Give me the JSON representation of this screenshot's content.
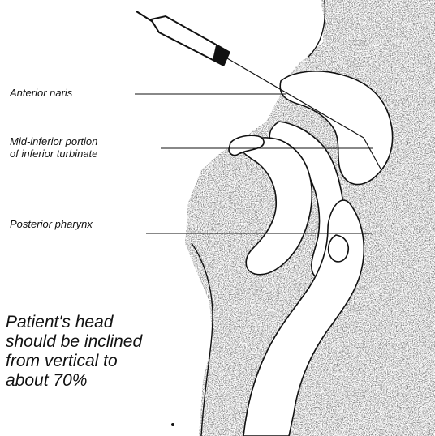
{
  "labels": {
    "anterior_naris": "Anterior naris",
    "turbinate_line1": "Mid-inferior portion",
    "turbinate_line2": "of inferior turbinate",
    "posterior_pharynx": "Posterior pharynx"
  },
  "caption": {
    "line1": "Patient's head",
    "line2": "should be inclined",
    "line3": "from vertical to",
    "line4": "about 70%"
  },
  "colors": {
    "ink": "#111111",
    "stipple": "#8a8a8a",
    "background": "#ffffff"
  }
}
